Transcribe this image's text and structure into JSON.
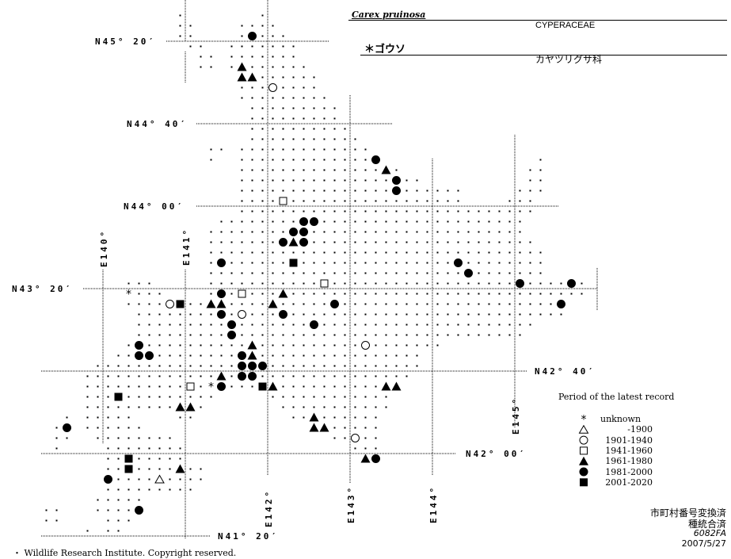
{
  "header": {
    "scientific_name": "Carex pruinosa",
    "family": "CYPERACEAE",
    "japanese_name": "＊ゴウソ",
    "family_japanese": "カヤツリグサ科"
  },
  "graticule": {
    "lat_labels": [
      "N45° 20′",
      "N44° 40′",
      "N44° 00′",
      "N43° 20′",
      "N42° 40′",
      "N42° 00′",
      "N41° 20′"
    ],
    "lon_labels": [
      "E140°",
      "E141°",
      "E142°",
      "E143°",
      "E144°",
      "E145°"
    ]
  },
  "mesh": {
    "cell_lon_minutes": 7.5,
    "cell_lat_minutes": 5,
    "origin_lon": 138.8125,
    "origin_lat": 45.5417,
    "surveyed_rows": [
      [
        [
          17,
          17
        ],
        [
          25,
          25
        ]
      ],
      [
        [
          17,
          18
        ],
        [
          23,
          26
        ]
      ],
      [
        [
          17,
          18
        ],
        [
          23,
          27
        ]
      ],
      [
        [
          18,
          19
        ],
        [
          22,
          28
        ]
      ],
      [
        [
          19,
          20
        ],
        [
          22,
          28
        ]
      ],
      [
        [
          19,
          20
        ],
        [
          22,
          29
        ]
      ],
      [
        [
          23,
          30
        ]
      ],
      [
        [
          23,
          30
        ]
      ],
      [
        [
          23,
          31
        ]
      ],
      [
        [
          24,
          32
        ]
      ],
      [
        [
          24,
          32
        ]
      ],
      [
        [
          24,
          33
        ]
      ],
      [
        [
          24,
          34
        ]
      ],
      [
        [
          20,
          21
        ],
        [
          23,
          35
        ]
      ],
      [
        [
          20,
          20
        ],
        [
          23,
          36
        ],
        [
          52,
          52
        ]
      ],
      [
        [
          23,
          38
        ],
        [
          51,
          52
        ]
      ],
      [
        [
          23,
          40
        ],
        [
          51,
          52
        ]
      ],
      [
        [
          23,
          44
        ],
        [
          50,
          52
        ]
      ],
      [
        [
          23,
          44
        ],
        [
          49,
          51
        ]
      ],
      [
        [
          23,
          51
        ]
      ],
      [
        [
          21,
          50
        ]
      ],
      [
        [
          20,
          50
        ]
      ],
      [
        [
          20,
          51
        ]
      ],
      [
        [
          20,
          52
        ]
      ],
      [
        [
          20,
          52
        ]
      ],
      [
        [
          20,
          52
        ]
      ],
      [
        [
          12,
          14
        ],
        [
          20,
          56
        ]
      ],
      [
        [
          12,
          15
        ],
        [
          20,
          56
        ]
      ],
      [
        [
          12,
          54
        ]
      ],
      [
        [
          13,
          54
        ]
      ],
      [
        [
          13,
          51
        ]
      ],
      [
        [
          13,
          50
        ]
      ],
      [
        [
          12,
          42
        ]
      ],
      [
        [
          11,
          40
        ]
      ],
      [
        [
          9,
          40
        ]
      ],
      [
        [
          8,
          39
        ]
      ],
      [
        [
          8,
          38
        ]
      ],
      [
        [
          8,
          20
        ],
        [
          26,
          37
        ]
      ],
      [
        [
          8,
          19
        ],
        [
          27,
          37
        ]
      ],
      [
        [
          6,
          6
        ],
        [
          8,
          12
        ],
        [
          17,
          18
        ],
        [
          28,
          36
        ]
      ],
      [
        [
          5,
          6
        ],
        [
          8,
          13
        ],
        [
          30,
          36
        ]
      ],
      [
        [
          5,
          6
        ],
        [
          9,
          16
        ],
        [
          32,
          36
        ]
      ],
      [
        [
          5,
          5
        ],
        [
          10,
          17
        ],
        [
          34,
          36
        ]
      ],
      [
        [
          10,
          17
        ],
        [
          35,
          36
        ]
      ],
      [
        [
          10,
          19
        ]
      ],
      [
        [
          10,
          19
        ]
      ],
      [
        [
          10,
          18
        ]
      ],
      [
        [
          9,
          13
        ]
      ],
      [
        [
          4,
          5
        ],
        [
          9,
          13
        ]
      ],
      [
        [
          4,
          5
        ],
        [
          10,
          12
        ]
      ],
      [
        [
          8,
          8
        ],
        [
          10,
          11
        ]
      ]
    ]
  },
  "legend": {
    "title": "Period of the latest record",
    "items": [
      {
        "key": "U",
        "symbol": "asterisk",
        "label": "unknown"
      },
      {
        "key": "A",
        "symbol": "open-triangle",
        "label": "-1900"
      },
      {
        "key": "B",
        "symbol": "open-circle",
        "label": "1901-1940"
      },
      {
        "key": "C",
        "symbol": "open-square",
        "label": "1941-1960"
      },
      {
        "key": "D",
        "symbol": "filled-triangle",
        "label": "1961-1980"
      },
      {
        "key": "E",
        "symbol": "filled-circle",
        "label": "1981-2000"
      },
      {
        "key": "F",
        "symbol": "filled-square",
        "label": "2001-2020"
      }
    ]
  },
  "records": {
    "U": [
      [
        12,
        27
      ],
      [
        20,
        36
      ]
    ],
    "A": [
      [
        15,
        45
      ]
    ],
    "B": [
      [
        26,
        7
      ],
      [
        16,
        28
      ],
      [
        23,
        29
      ],
      [
        35,
        32
      ],
      [
        34,
        41
      ]
    ],
    "C": [
      [
        27,
        18
      ],
      [
        31,
        26
      ],
      [
        23,
        27
      ],
      [
        18,
        36
      ]
    ],
    "D": [
      [
        23,
        5
      ],
      [
        23,
        6
      ],
      [
        24,
        6
      ],
      [
        28,
        22
      ],
      [
        37,
        15
      ],
      [
        27,
        27
      ],
      [
        20,
        28
      ],
      [
        21,
        28
      ],
      [
        26,
        28
      ],
      [
        24,
        32
      ],
      [
        24,
        33
      ],
      [
        21,
        35
      ],
      [
        26,
        36
      ],
      [
        37,
        36
      ],
      [
        38,
        36
      ],
      [
        17,
        38
      ],
      [
        18,
        38
      ],
      [
        30,
        39
      ],
      [
        30,
        40
      ],
      [
        31,
        40
      ],
      [
        35,
        43
      ],
      [
        17,
        44
      ]
    ],
    "E": [
      [
        24,
        2
      ],
      [
        29,
        20
      ],
      [
        30,
        20
      ],
      [
        28,
        21
      ],
      [
        29,
        21
      ],
      [
        27,
        22
      ],
      [
        29,
        22
      ],
      [
        21,
        24
      ],
      [
        36,
        14
      ],
      [
        38,
        16
      ],
      [
        38,
        17
      ],
      [
        44,
        24
      ],
      [
        45,
        25
      ],
      [
        50,
        26
      ],
      [
        55,
        26
      ],
      [
        32,
        28
      ],
      [
        54,
        28
      ],
      [
        30,
        30
      ],
      [
        21,
        27
      ],
      [
        21,
        29
      ],
      [
        27,
        29
      ],
      [
        22,
        30
      ],
      [
        22,
        31
      ],
      [
        13,
        32
      ],
      [
        13,
        33
      ],
      [
        14,
        33
      ],
      [
        23,
        33
      ],
      [
        23,
        34
      ],
      [
        24,
        34
      ],
      [
        25,
        34
      ],
      [
        23,
        35
      ],
      [
        24,
        35
      ],
      [
        21,
        36
      ],
      [
        6,
        40
      ],
      [
        36,
        43
      ],
      [
        10,
        45
      ],
      [
        13,
        48
      ]
    ],
    "F": [
      [
        28,
        24
      ],
      [
        17,
        28
      ],
      [
        25,
        36
      ],
      [
        11,
        37
      ],
      [
        12,
        43
      ],
      [
        12,
        44
      ]
    ]
  },
  "footer": {
    "note1": "市町村番号変換済",
    "note2": "種統合済",
    "code": "6082FA",
    "date": "2007/5/27",
    "copyright": "・ Wildlife Research Institute. Copyright reserved."
  }
}
